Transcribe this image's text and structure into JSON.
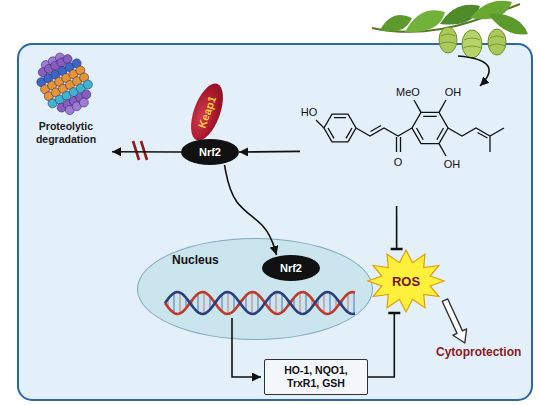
{
  "diagram": {
    "nodes": [
      {
        "text": [
          "Proteolytic degradation"
        ]
      },
      {
        "text": [
          "Keap1"
        ]
      },
      {
        "text": [
          "Nrf2"
        ]
      },
      {
        "text": [
          "HO",
          "MeO",
          "OH",
          "OH",
          "O"
        ]
      },
      {
        "text": [
          "Nucleus"
        ]
      },
      {
        "text": [
          "Nrf2"
        ],
        "in": 4
      },
      {
        "text": [
          "ROS"
        ]
      },
      {
        "text": [
          "HO-1, NQO1, TrxR1, GSH"
        ]
      },
      {
        "text": [
          "Cytoprotection"
        ]
      }
    ],
    "edges": [
      {
        "from": 2,
        "to": 0,
        "arrow": "to"
      },
      {
        "from": 3,
        "to": 2,
        "arrow": "to"
      },
      {
        "from": 2,
        "to": 5,
        "arrow": "to"
      },
      {
        "from": 3,
        "to": 6,
        "arrow": "to"
      },
      {
        "from": 7,
        "to": 6,
        "arrow": "to"
      },
      {
        "from": 6,
        "to": 8,
        "arrow": "to"
      }
    ]
  }
}
